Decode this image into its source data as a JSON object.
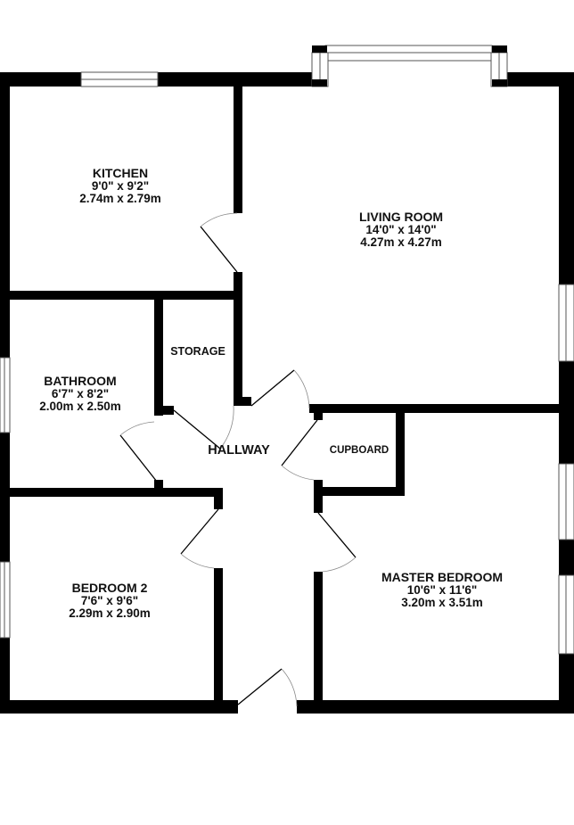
{
  "diagram": {
    "type": "floor-plan",
    "colors": {
      "wall": "#000000",
      "background": "#ffffff",
      "window_line": "#555555",
      "door_arc": "#888888"
    },
    "rooms": [
      {
        "id": "kitchen",
        "name": "KITCHEN",
        "imperial": "9'0\"  x 9'2\"",
        "metric": "2.74m  x 2.79m"
      },
      {
        "id": "living-room",
        "name": "LIVING ROOM",
        "imperial": "14'0\"  x 14'0\"",
        "metric": "4.27m  x 4.27m"
      },
      {
        "id": "storage",
        "name": "STORAGE"
      },
      {
        "id": "bathroom",
        "name": "BATHROOM",
        "imperial": "6'7\"  x 8'2\"",
        "metric": "2.00m  x 2.50m"
      },
      {
        "id": "hallway",
        "name": "HALLWAY"
      },
      {
        "id": "cupboard",
        "name": "CUPBOARD"
      },
      {
        "id": "bedroom-2",
        "name": "BEDROOM 2",
        "imperial": "7'6\"  x 9'6\"",
        "metric": "2.29m  x 2.90m"
      },
      {
        "id": "master-bedroom",
        "name": "MASTER BEDROOM",
        "imperial": "10'6\"  x 11'6\"",
        "metric": "3.20m  x 3.51m"
      }
    ]
  }
}
